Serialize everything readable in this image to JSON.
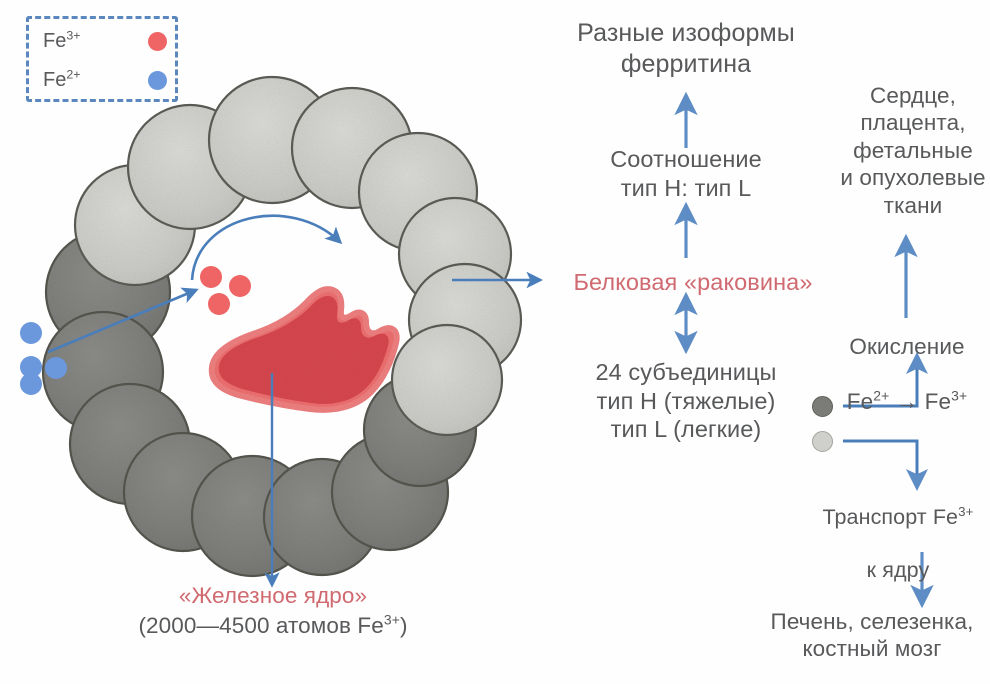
{
  "legend": {
    "items": [
      {
        "label": "Fe",
        "charge": "3+",
        "marker": "red-dot",
        "color": "#ef6565"
      },
      {
        "label": "Fe",
        "charge": "2+",
        "marker": "blue-dot",
        "color": "#6b98dd"
      }
    ],
    "border_color": "#5b87bf"
  },
  "colors": {
    "arrow_blue": "#4a7ebb",
    "text_gray": "#58595b",
    "accent_red": "#d06a70",
    "core_red": "#d8474e",
    "core_red_edge": "#ef6a6a",
    "subunit_light": "#cfcfcb",
    "subunit_dark": "#7b7b78",
    "fe3_dot": "#ef6565",
    "fe2_dot": "#6b98dd"
  },
  "labels": {
    "isoforms": "Разные изоформы\nферритина",
    "ratio": "Соотношение\nтип H: тип L",
    "protein_shell": "Белковая «раковина»",
    "subunits": "24 субъединицы\nтип H (тяжелые)\nтип L (легкие)",
    "tissues": "Сердце,\nплацента,\nфетальные\nи опухолевые\nткани",
    "oxidation_line1": "Окисление",
    "oxidation_line2_pre": "Fe",
    "oxidation_line2_sup1": "2+",
    "oxidation_line2_mid": " → Fe",
    "oxidation_line2_sup2": "3+",
    "transport_line1_pre": "Транспорт Fe",
    "transport_line1_sup": "3+",
    "transport_line2": "к ядру",
    "organs": "Печень, селезенка,\nкостный мозг",
    "iron_core_title": "«Железное ядро»",
    "iron_core_sub_pre": "(2000—4500 атомов Fe",
    "iron_core_sub_sup": "3+",
    "iron_core_sub_post": ")"
  },
  "shell": {
    "description": "ring of 16 overlapping subunit spheres",
    "light_count": 8,
    "dark_count": 8
  },
  "cavity": {
    "fe3_dots": 3,
    "fe2_dots_outside": 4
  }
}
